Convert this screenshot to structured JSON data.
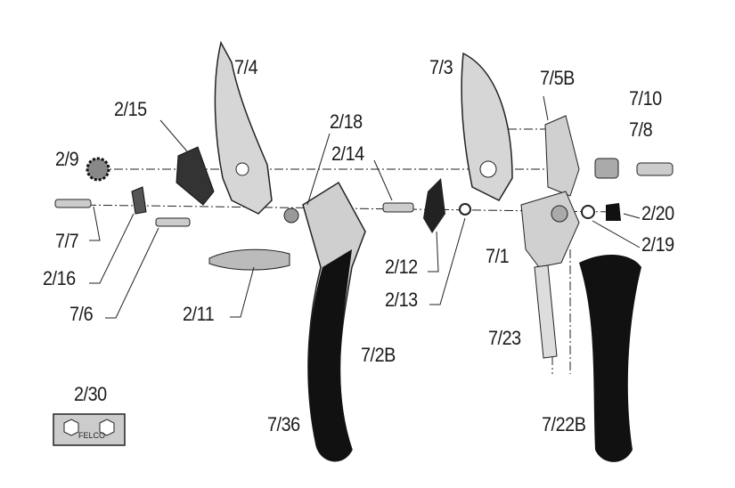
{
  "title": "Exploded parts diagram of pruning shears",
  "labels": {
    "p7_4": "7/4",
    "p2_15": "2/15",
    "p2_9": "2/9",
    "p7_7": "7/7",
    "p2_16": "2/16",
    "p7_6": "7/6",
    "p2_11": "2/11",
    "p2_18": "2/18",
    "p2_14": "2/14",
    "p2_12": "2/12",
    "p2_13": "2/13",
    "p7_3": "7/3",
    "p7_5B": "7/5B",
    "p7_10": "7/10",
    "p7_8": "7/8",
    "p2_20": "2/20",
    "p2_19": "2/19",
    "p7_1": "7/1",
    "p7_23": "7/23",
    "p7_2B": "7/2B",
    "p7_36": "7/36",
    "p7_22B": "7/22B",
    "p2_30": "2/30"
  },
  "plate_logo": "FELCO",
  "colors": {
    "ink": "#1a1a1a",
    "metal": "#d8d8d8",
    "handle": "#111111"
  }
}
